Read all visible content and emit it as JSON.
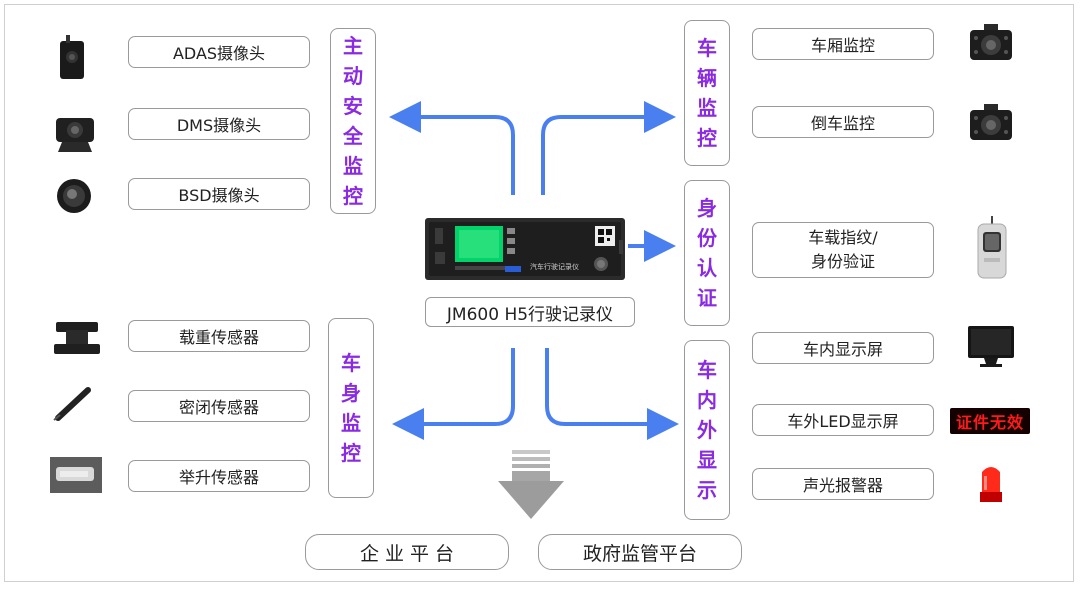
{
  "device_name": "JM600 H5行驶记录仪",
  "device_screen_text": "汽车行驶记录仪",
  "led_text": "证件无效",
  "left_items": [
    "ADAS摄像头",
    "DMS摄像头",
    "BSD摄像头"
  ],
  "left_lower_items": [
    "载重传感器",
    "密闭传感器",
    "举升传感器"
  ],
  "right_top_items": [
    "车厢监控",
    "倒车监控"
  ],
  "right_mid_items": [
    "车载指纹/",
    "身份验证"
  ],
  "right_lower_items": [
    "车内显示屏",
    "车外LED显示屏",
    "声光报警器"
  ],
  "group_active_safety": [
    "主",
    "动",
    "安",
    "全",
    "监",
    "控"
  ],
  "group_vehicle_monitor": [
    "车",
    "辆",
    "监",
    "控"
  ],
  "group_identity": [
    "身",
    "份",
    "认",
    "证"
  ],
  "group_body_monitor": [
    "车",
    "身",
    "监",
    "控"
  ],
  "group_display": [
    "车",
    "内",
    "外",
    "显",
    "示"
  ],
  "platforms": [
    "企 业 平 台",
    "政府监管平台"
  ],
  "colors": {
    "arrow": "#4a7ff0",
    "group_text": "#8a2be2",
    "border": "#9a9a9a"
  }
}
